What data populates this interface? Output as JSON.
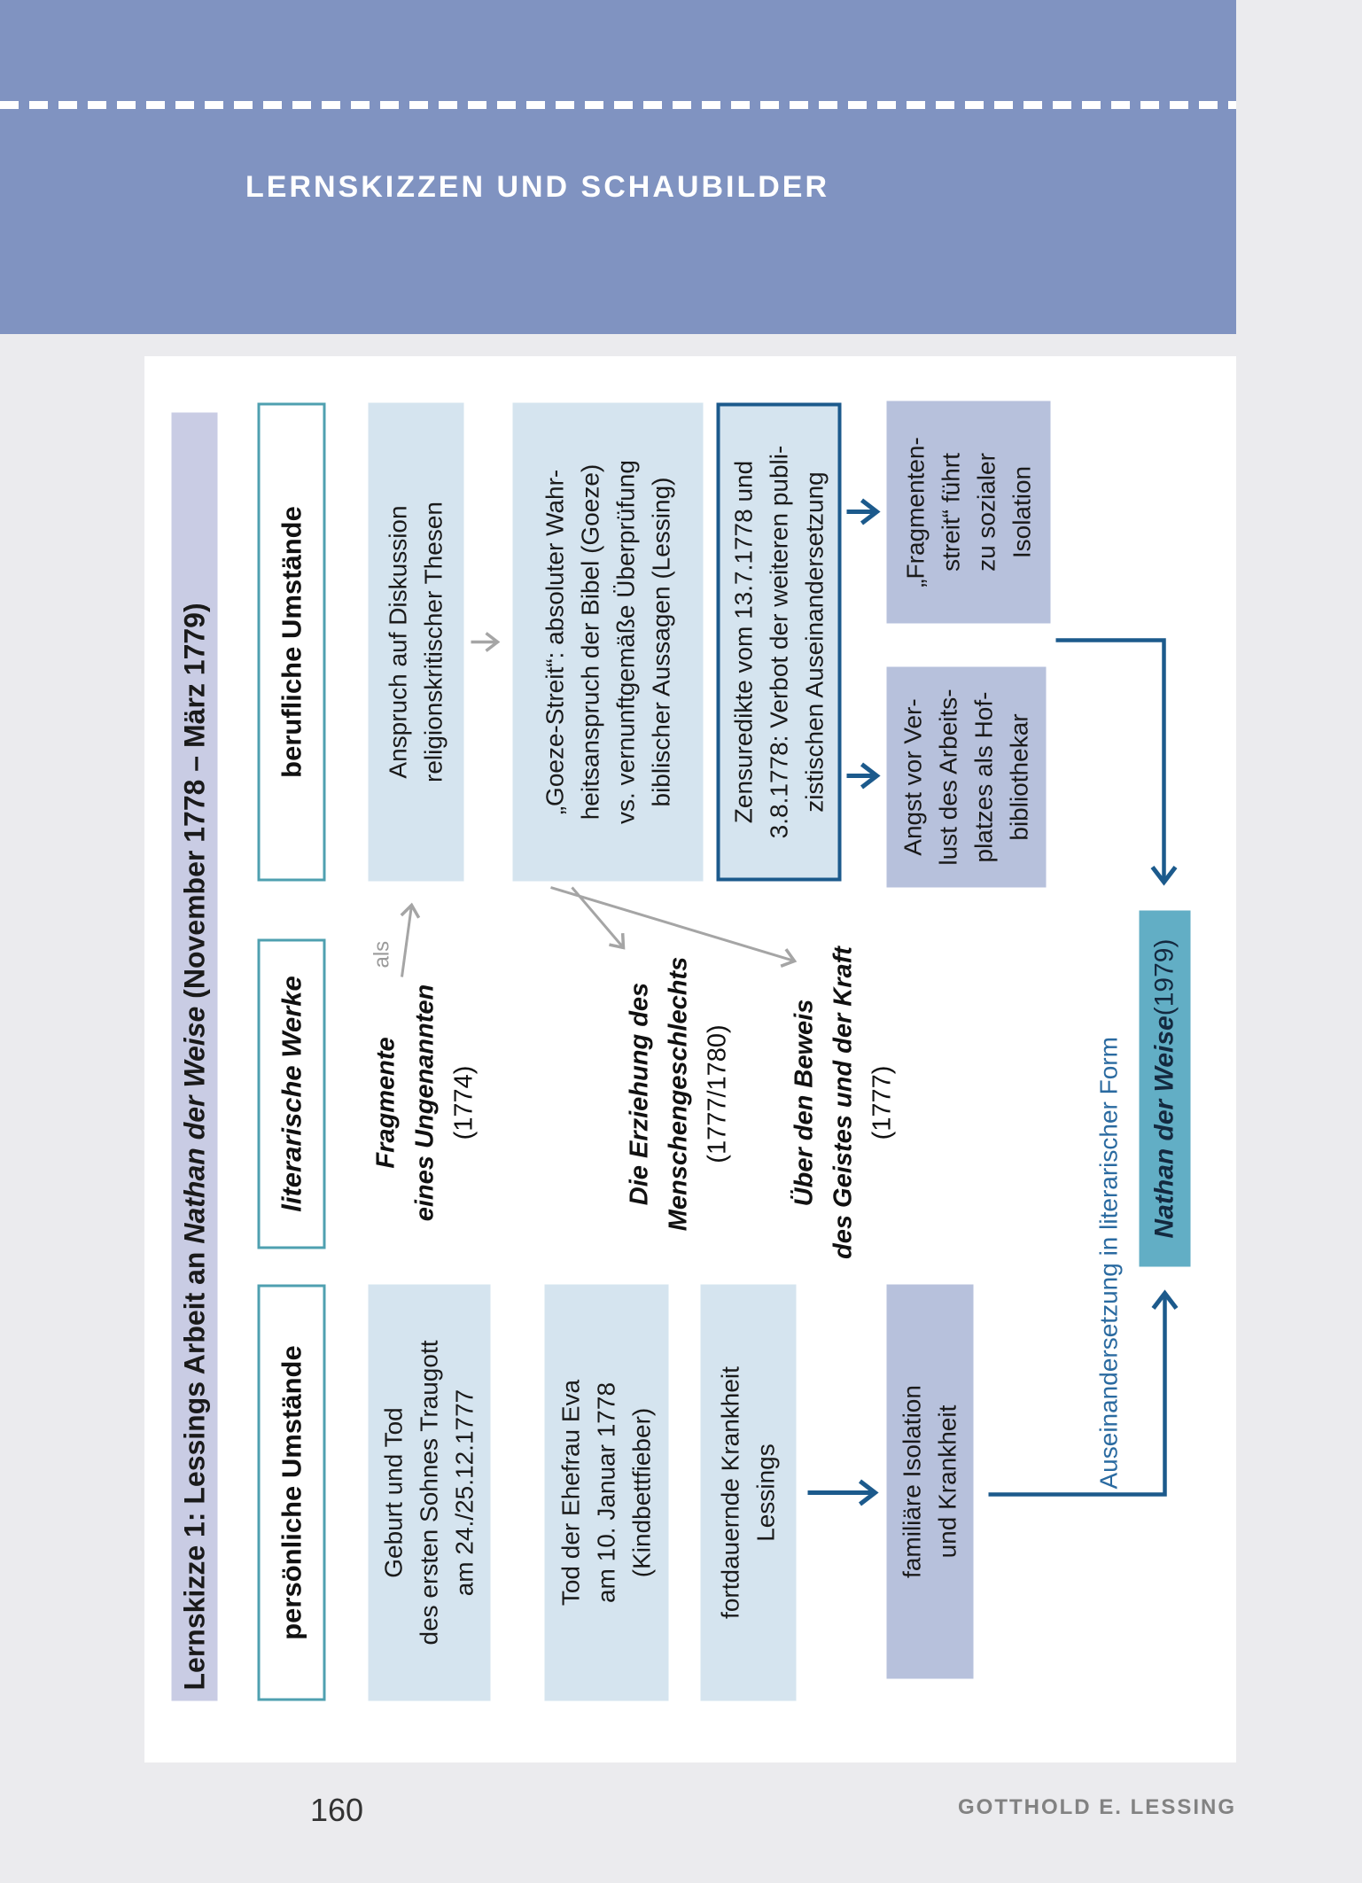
{
  "banner": {
    "title": "LERNSKIZZEN UND SCHAUBILDER"
  },
  "footer": {
    "page_number": "160",
    "author": "GOTTHOLD E. LESSING"
  },
  "colors": {
    "banner_bg": "#8093c1",
    "page_bg": "#ebebee",
    "card_bg": "#ffffff",
    "title_strip_bg": "#c9cce4",
    "header_border_teal": "#4fa0b0",
    "light_blue_box": "#d5e4ef",
    "lavender_box": "#b7c1dc",
    "emphasis_border_blue": "#1c5a8c",
    "nathan_teal": "#62aec5",
    "annotation_blue": "#2a6aa0",
    "gray_arrow": "#a5a5a5"
  },
  "diagram": {
    "title": {
      "pre": "Lernskizze 1: Lessings Arbeit an ",
      "italic": "Nathan der Weise",
      "post": " (November 1778 – März 1779)"
    },
    "headers": {
      "personal": "persönliche Umstände",
      "literary": "literarische Werke",
      "professional": "berufliche Umstände"
    },
    "personal": {
      "box1": {
        "l1": "Geburt und Tod",
        "l2": "des ersten Sohnes Traugott",
        "l3": "am 24./25.12.1777"
      },
      "box2": {
        "l1": "Tod der Ehefrau Eva",
        "l2": "am 10. Januar 1778",
        "l3": "(Kindbettfieber)"
      },
      "box3": {
        "l1": "fortdauernde Krankheit",
        "l2": "Lessings"
      },
      "box4": {
        "l1": "familiäre Isolation",
        "l2": "und Krankheit"
      }
    },
    "literary": {
      "als_label": "als",
      "work1": {
        "t1": "Fragmente",
        "t2": "eines Ungenannten",
        "year": "(1774)"
      },
      "work2": {
        "t1": "Die Erziehung des",
        "t2": "Menschengeschlechts",
        "year": "(1777/1780)"
      },
      "work3": {
        "t1": "Über den Beweis",
        "t2": "des Geistes und der Kraft",
        "year": "(1777)"
      }
    },
    "professional": {
      "box1": {
        "l1": "Anspruch auf Diskussion",
        "l2": "religionskritischer Thesen"
      },
      "box2": {
        "l1": "„Goeze-Streit“: absoluter Wahr-",
        "l2": "heitsanspruch der Bibel (Goeze)",
        "l3": "vs. vernunftgemäße Überprüfung",
        "l4": "biblischer Aussagen (Lessing)"
      },
      "box3": {
        "l1": "Zensuredikte vom 13.7.1778 und",
        "l2": "3.8.1778: Verbot der weiteren publi-",
        "l3": "zistischen Auseinandersetzung"
      },
      "box4": {
        "l1": "„Fragmenten-",
        "l2": "streit“ führt",
        "l3": "zu sozialer",
        "l4": "Isolation"
      },
      "box5": {
        "l1": "Angst vor Ver-",
        "l2": "lust des Arbeits-",
        "l3": "platzes als Hof-",
        "l4": "bibliothekar"
      }
    },
    "result": {
      "annotation": "Auseinandersetzung in literarischer Form",
      "title_italic": "Nathan der Weise",
      "year": " (1979)"
    }
  }
}
